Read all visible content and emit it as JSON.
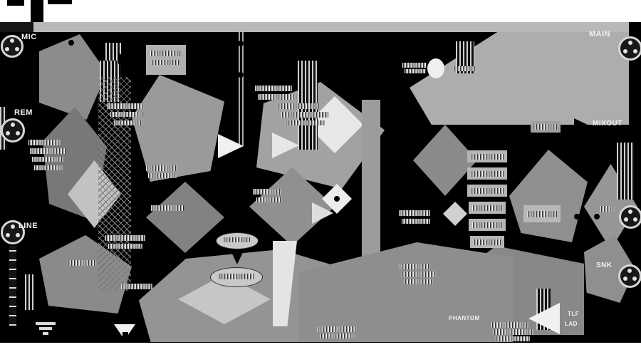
{
  "diagram": {
    "io_labels": {
      "mic": "MIC",
      "rem": "REM",
      "line": "LINE",
      "main": "MAIN",
      "mixout": "MIXOUT",
      "snk": "SNK"
    },
    "annotations": {
      "phantom": "PHANTOM",
      "tlf": "TLF",
      "lad": "LAD"
    }
  }
}
